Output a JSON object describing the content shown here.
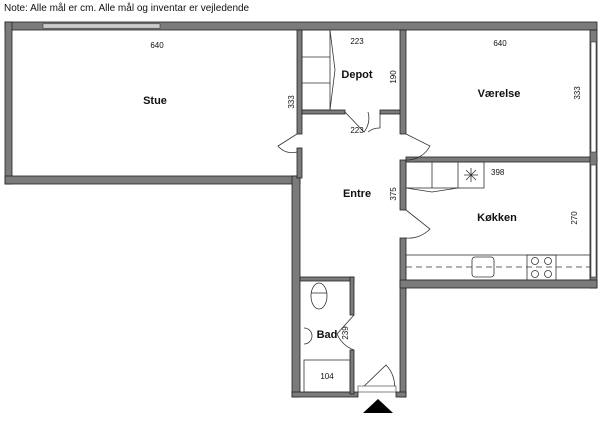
{
  "note": "Note: Alle mål er cm. Alle mål og inventar er vejledende",
  "rooms": {
    "stue": {
      "name": "Stue",
      "width": "640",
      "depth": "333"
    },
    "depot": {
      "name": "Depot",
      "width": "223",
      "depth": "190"
    },
    "vaerelse": {
      "name": "Værelse",
      "width": "640",
      "depth": "333"
    },
    "entre": {
      "name": "Entre",
      "width": "223",
      "depth": "375"
    },
    "koekken": {
      "name": "Køkken",
      "width": "398",
      "depth": "270"
    },
    "bad": {
      "name": "Bad",
      "width": "104",
      "depth": "239"
    }
  },
  "colors": {
    "wall": "#7b7b7b",
    "outline": "#222222"
  }
}
